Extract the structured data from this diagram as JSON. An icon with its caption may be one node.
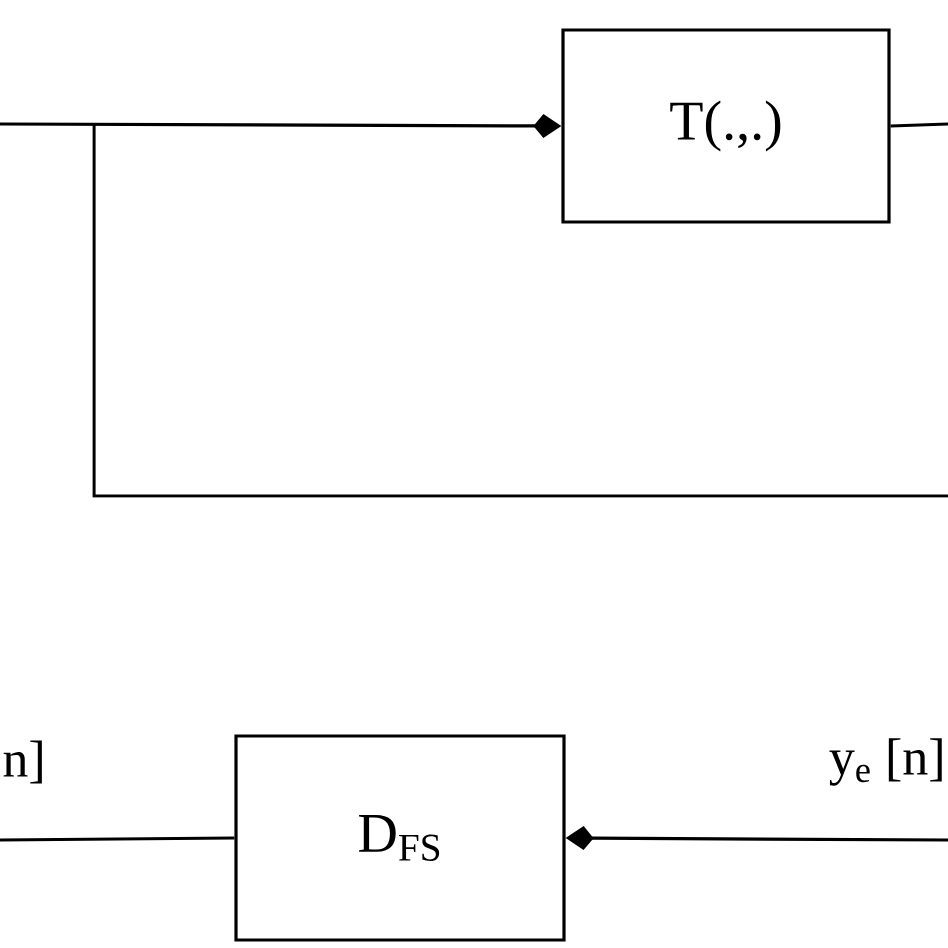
{
  "diagram": {
    "nodes": [
      {
        "text": [
          "T(.,.)"
        ]
      },
      {
        "text": [
          "D$_{FS}$"
        ]
      }
    ],
    "edges": [
      {
        "from": null,
        "to": 0,
        "arrow": "to"
      },
      {
        "from": 0,
        "to": null,
        "arrow": "none"
      },
      {
        "from": 1,
        "to": null,
        "arrow": "none"
      },
      {
        "from": null,
        "to": 1,
        "arrow": "to"
      }
    ],
    "labels": [
      "n]",
      "y$_{e}$ [n]"
    ]
  }
}
